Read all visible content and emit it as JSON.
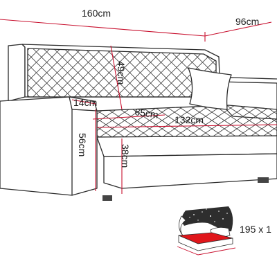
{
  "dimensions": {
    "total_width": "160cm",
    "depth": "96cm",
    "backrest_height": "49cm",
    "armrest_width": "14cm",
    "seat_depth": "65cm",
    "seat_width": "132cm",
    "total_height": "56cm",
    "seat_height": "38cm"
  },
  "bed": {
    "size_label": "195 x 1"
  },
  "colors": {
    "dimension_line": "#c8102e",
    "outline": "#2b2b2b",
    "quilting": "#3a3a3a",
    "bed_fill": "#e0161b",
    "text": "#1a1a1a"
  }
}
